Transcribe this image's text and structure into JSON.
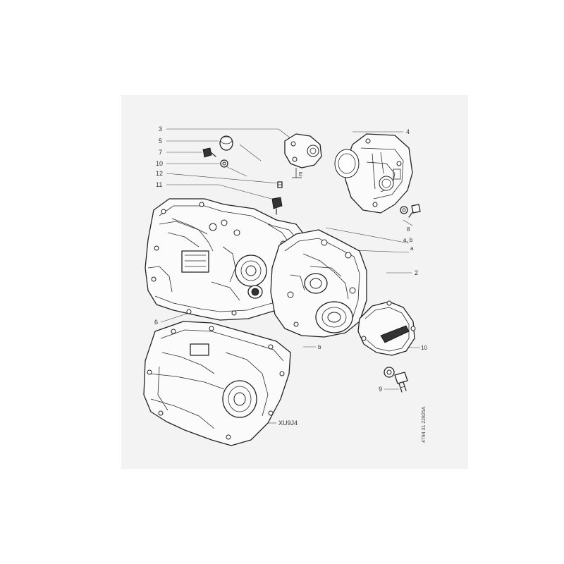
{
  "diagram": {
    "callouts": {
      "c3": "3",
      "c5": "5",
      "c7": "7",
      "c10": "10",
      "c12": "12",
      "c11": "11",
      "c6": "6",
      "c4": "4",
      "c8": "8",
      "cab": "a, b",
      "ca": "a",
      "c2": "2",
      "cb": "b",
      "c10b": "10",
      "c9": "9",
      "cE": "E"
    },
    "model_label": "XU9J4",
    "reference_code": "4794 31     22825A"
  }
}
